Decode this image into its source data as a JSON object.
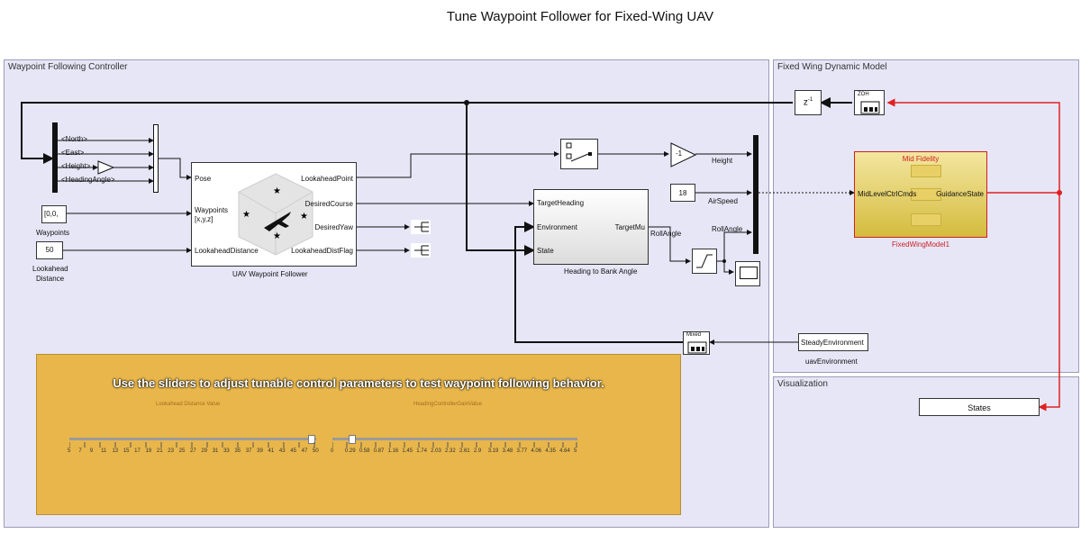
{
  "title": "Tune Waypoint Follower for Fixed-Wing UAV",
  "areas": {
    "controller": "Waypoint Following Controller",
    "dynamics": "Fixed Wing Dynamic Model",
    "visualization": "Visualization"
  },
  "selector": {
    "north": "<North>",
    "east": "<East>",
    "height": "<Height>",
    "heading": "<HeadingAngle>"
  },
  "gain_symbol": "-1",
  "waypoints": {
    "value": "[0,0,",
    "label": "Waypoints"
  },
  "lookahead": {
    "value": "50",
    "label_line1": "Lookahead",
    "label_line2": "Distance"
  },
  "follower": {
    "in_pose": "Pose",
    "in_waypoints": "Waypoints",
    "in_waypoints_sub": "[x,y,z]",
    "in_lookahead": "LookaheadDistance",
    "out_point": "LookaheadPoint",
    "out_course": "DesiredCourse",
    "out_yaw": "DesiredYaw",
    "out_flag": "LookaheadDistFlag",
    "name": "UAV Waypoint Follower"
  },
  "heading_block": {
    "in_target": "TargetHeading",
    "in_env": "Environment",
    "in_state": "State",
    "out": "TargetMu",
    "name": "Heading to Bank Angle"
  },
  "signals": {
    "height": "Height",
    "airspeed": "AirSpeed",
    "roll": "RollAngle",
    "roll2": "RollAngle"
  },
  "constants": {
    "airspeed": "18"
  },
  "delay": "z",
  "delay_exp": "-1",
  "zoh": "ZOH",
  "mixed": "Mixed",
  "model": {
    "fidelity": "Mid Fidelity",
    "in": "MidLevelCtrlCmds",
    "out": "GuidanceState",
    "name": "FixedWingModel1"
  },
  "environment": {
    "block": "SteadyEnvironment",
    "name": "uavEnvironment"
  },
  "states": "States",
  "sliders": {
    "instruction": "Use the sliders to adjust tunable control parameters to test waypoint following behavior.",
    "s1": {
      "caption": "Lookahead Distance Value",
      "ticks": [
        "5",
        "7",
        "9",
        "11",
        "13",
        "15",
        "17",
        "19",
        "21",
        "23",
        "25",
        "27",
        "29",
        "31",
        "33",
        "35",
        "37",
        "39",
        "41",
        "43",
        "45",
        "47",
        "50"
      ],
      "value": 0.98
    },
    "s2": {
      "caption": "HeadingControllerGainValue",
      "ticks": [
        "0",
        "0.29",
        "0.58",
        "0.87",
        "1.16",
        "1.45",
        "1.74",
        "2.03",
        "2.32",
        "2.61",
        "2.9",
        "3.19",
        "3.48",
        "3.77",
        "4.06",
        "4.35",
        "4.64",
        "5"
      ],
      "value": 0.08
    }
  },
  "colors": {
    "panel": "#e6e6f7",
    "slider_panel": "#e8b64a",
    "model_fill": "#dcc64a",
    "model_border": "#d02020",
    "signal_red": "#e02020"
  }
}
